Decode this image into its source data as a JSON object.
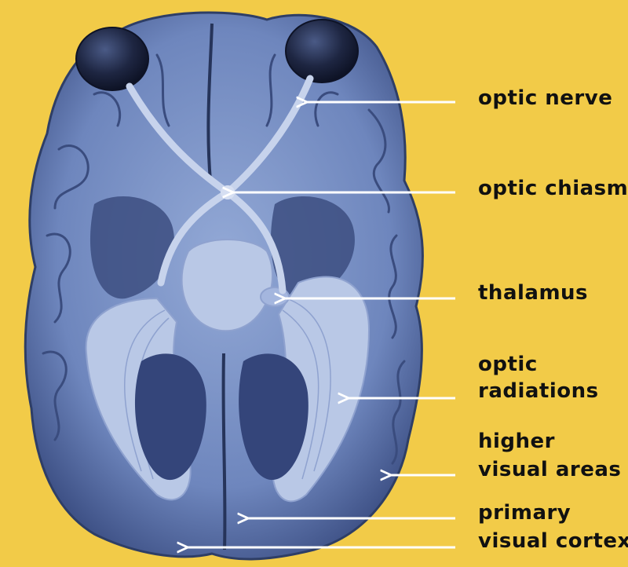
{
  "colors": {
    "background": "#F2CB48",
    "brain_tissue": "#7A93C8",
    "brain_shadow": "#2E3E66",
    "brain_highlight": "#B9C8E6",
    "eye": "#1E2642",
    "arrow": "#FFFFFF",
    "label_text": "#111111"
  },
  "labels": {
    "optic_nerve": "optic nerve",
    "optic_chiasm": "optic chiasm",
    "thalamus": "thalamus",
    "optic_radiations_line1": "optic",
    "optic_radiations_line2": "radiations",
    "higher_visual_areas_line1": "higher",
    "higher_visual_areas_line2": "visual areas",
    "primary_visual_cortex_line1": "primary",
    "primary_visual_cortex_line2": "visual cortex"
  }
}
